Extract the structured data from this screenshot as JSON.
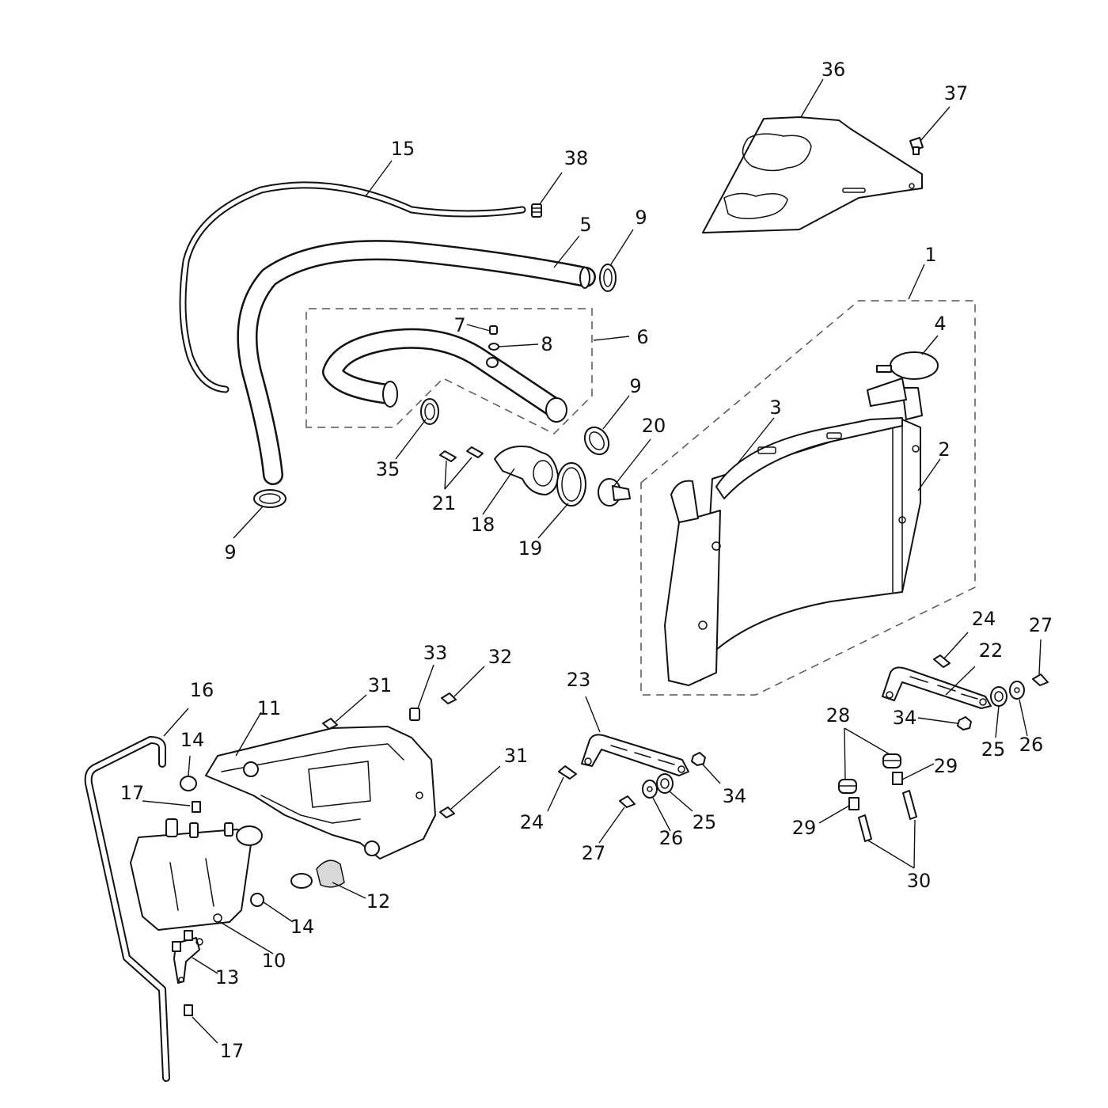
{
  "callouts": {
    "c1": "1",
    "c2": "2",
    "c3": "3",
    "c4": "4",
    "c5": "5",
    "c6": "6",
    "c7": "7",
    "c8": "8",
    "c9a": "9",
    "c9b": "9",
    "c9c": "9",
    "c10": "10",
    "c11": "11",
    "c12": "12",
    "c13": "13",
    "c14a": "14",
    "c14b": "14",
    "c15": "15",
    "c16": "16",
    "c17a": "17",
    "c17b": "17",
    "c18": "18",
    "c19": "19",
    "c20": "20",
    "c21": "21",
    "c22": "22",
    "c23": "23",
    "c24a": "24",
    "c24b": "24",
    "c25a": "25",
    "c25b": "25",
    "c26a": "26",
    "c26b": "26",
    "c27a": "27",
    "c27b": "27",
    "c28": "28",
    "c29a": "29",
    "c29b": "29",
    "c30": "30",
    "c31a": "31",
    "c31b": "31",
    "c32": "32",
    "c33": "33",
    "c34a": "34",
    "c34b": "34",
    "c35": "35",
    "c36": "36",
    "c37": "37",
    "c38": "38"
  },
  "colors": {
    "ink": "#111111",
    "background": "#ffffff",
    "dashed_group": "#555555"
  }
}
